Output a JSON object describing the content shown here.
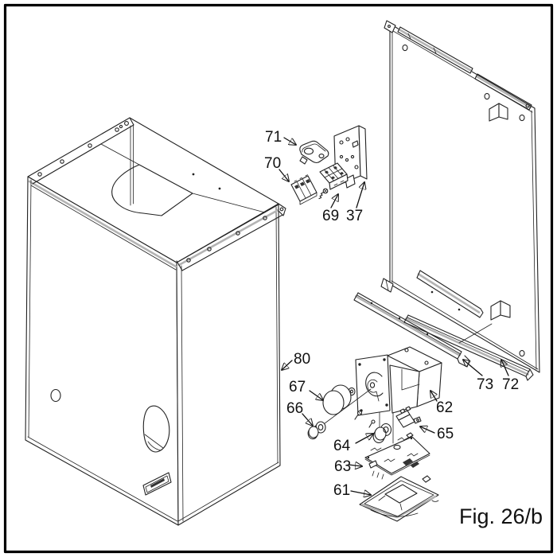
{
  "figure_caption": "Fig. 26/b",
  "part_labels": {
    "p37": "37",
    "p61": "61",
    "p62": "62",
    "p63": "63",
    "p64": "64",
    "p65": "65",
    "p66": "66",
    "p67": "67",
    "p69": "69",
    "p70": "70",
    "p71": "71",
    "p72": "72",
    "p73": "73",
    "p80": "80"
  },
  "colors": {
    "line": "#222222",
    "sheet_shading_gray": "#b3b3b3",
    "background": "#ffffff",
    "border": "#000000"
  }
}
